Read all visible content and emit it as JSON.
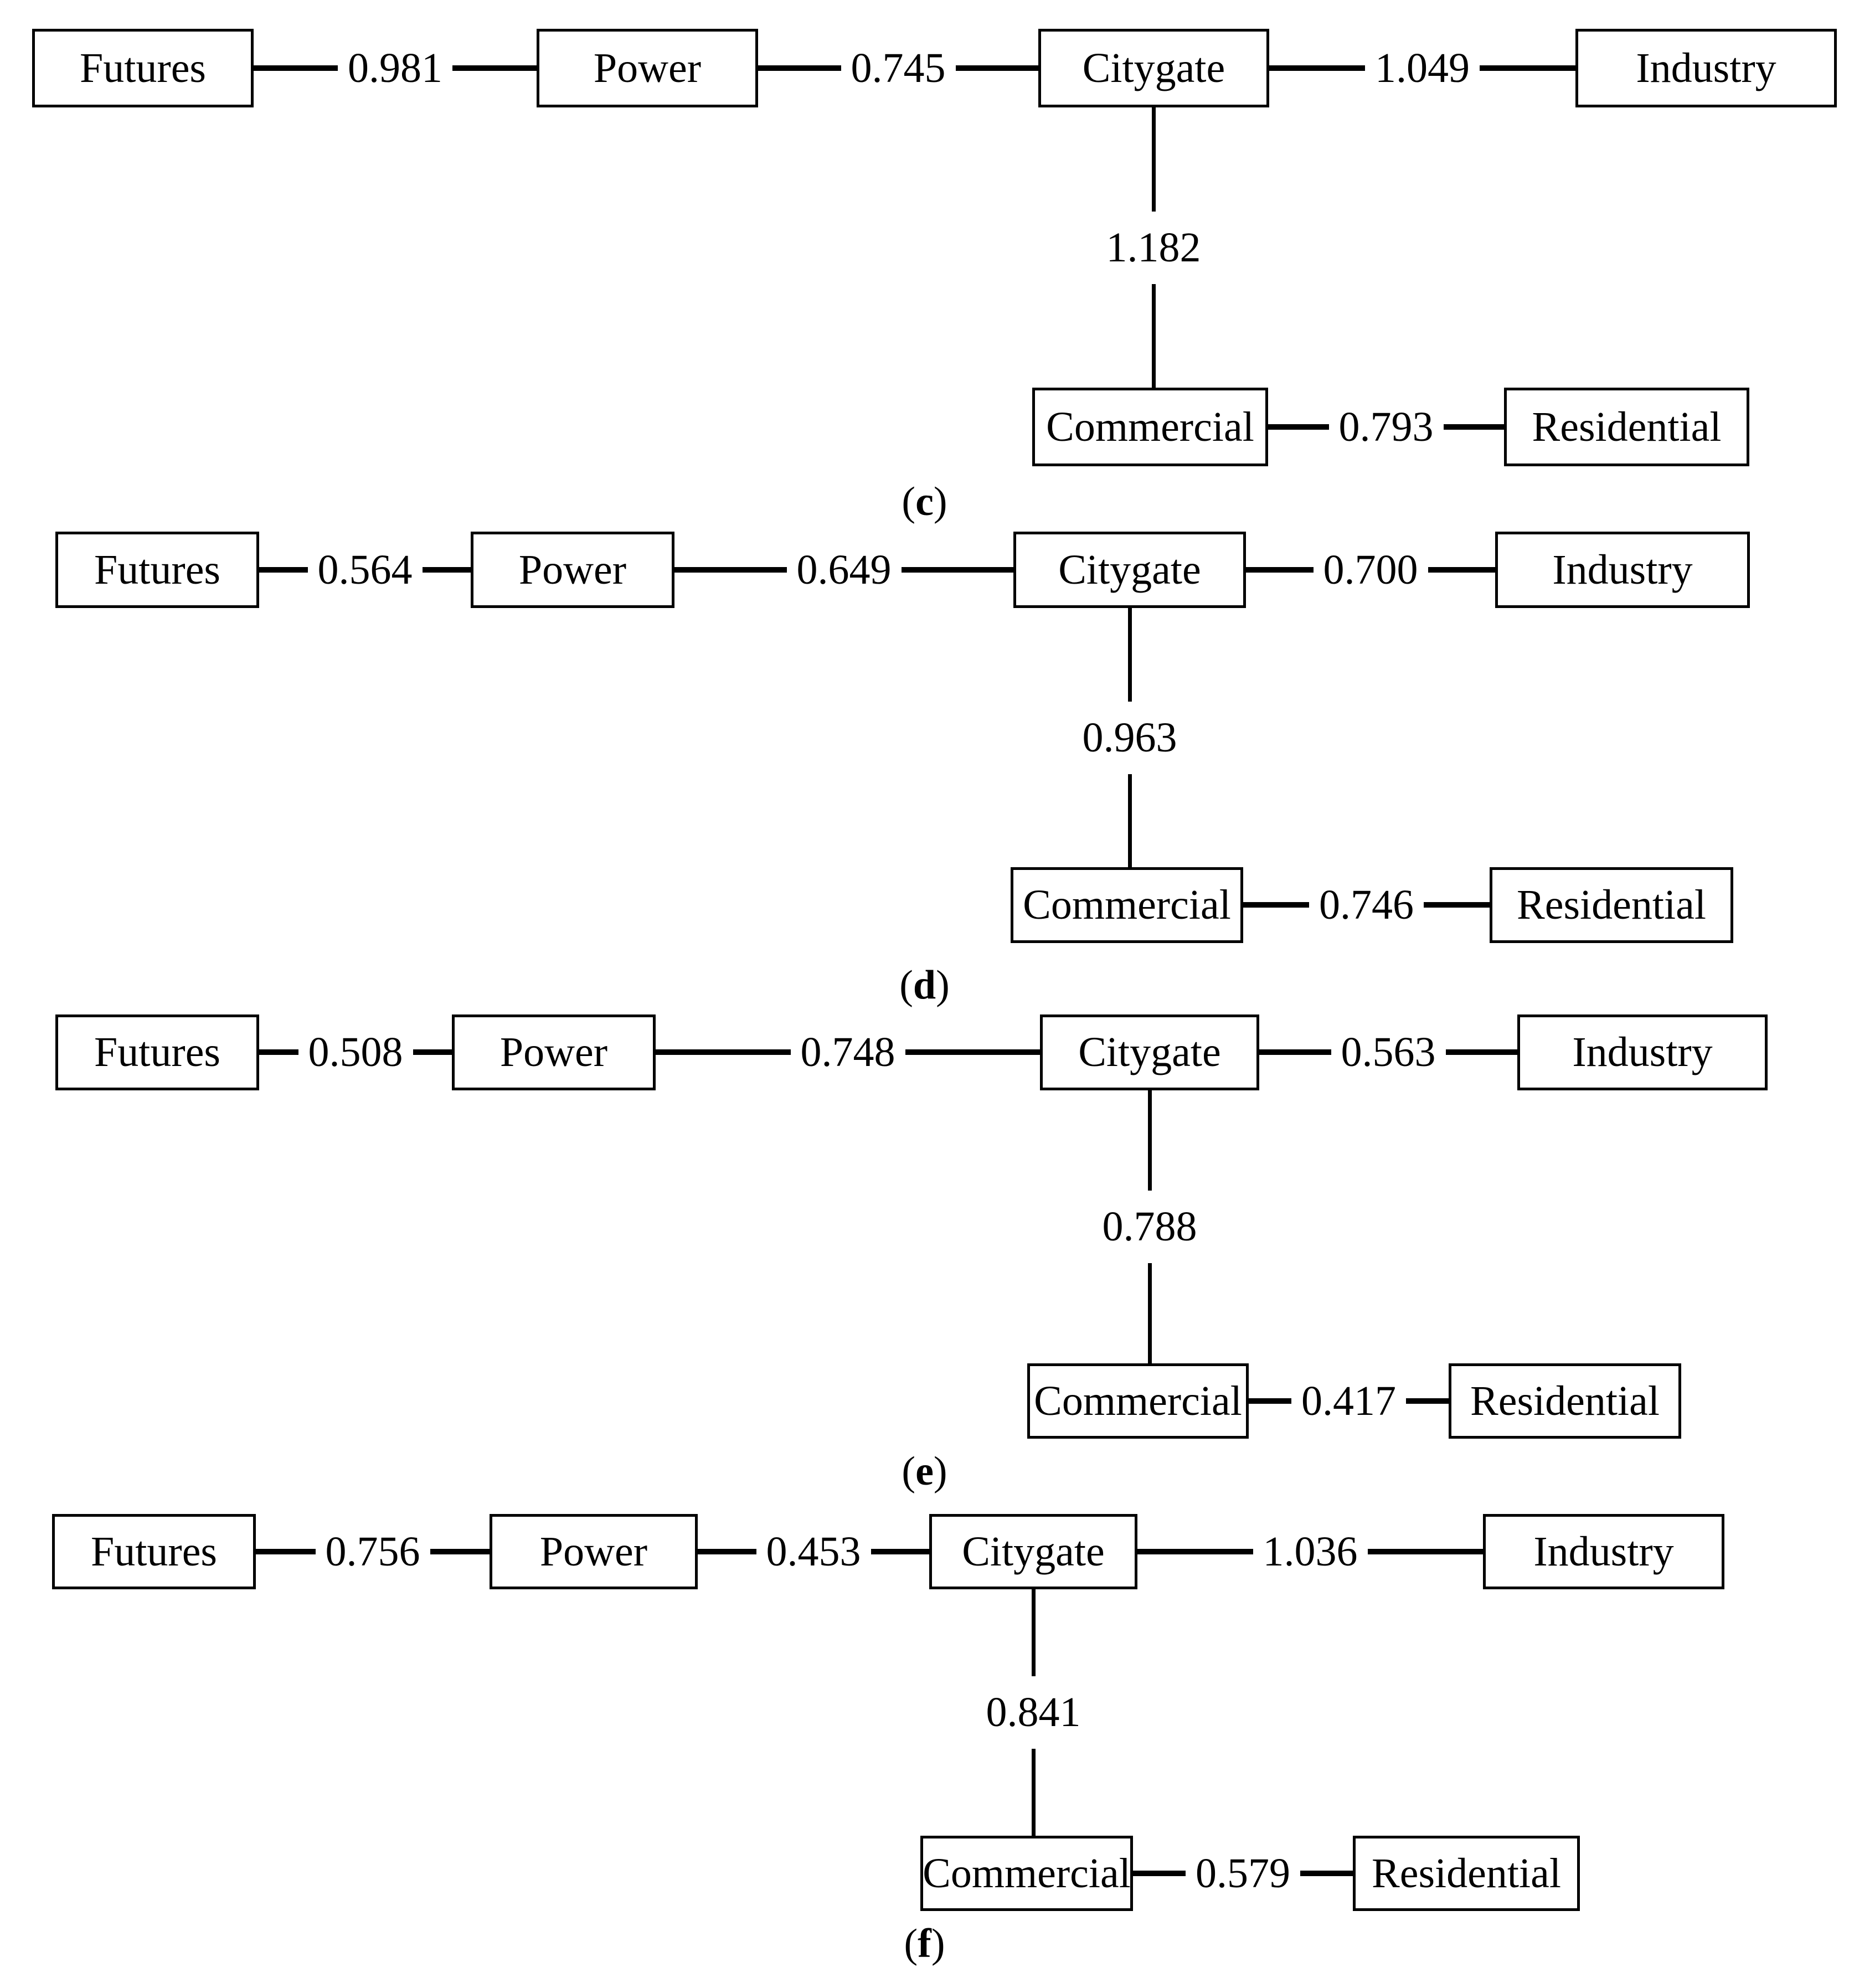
{
  "nodes": {
    "futures": "Futures",
    "power": "Power",
    "citygate": "Citygate",
    "industry": "Industry",
    "commercial": "Commercial",
    "residential": "Residential"
  },
  "captions": {
    "open": "(",
    "close": ")"
  },
  "diagrams": [
    {
      "letter": "c",
      "edges": {
        "futures_power": "0.981",
        "power_citygate": "0.745",
        "citygate_industry": "1.049",
        "citygate_commercial": "1.182",
        "commercial_residential": "0.793"
      }
    },
    {
      "letter": "d",
      "edges": {
        "futures_power": "0.564",
        "power_citygate": "0.649",
        "citygate_industry": "0.700",
        "citygate_commercial": "0.963",
        "commercial_residential": "0.746"
      }
    },
    {
      "letter": "e",
      "edges": {
        "futures_power": "0.508",
        "power_citygate": "0.748",
        "citygate_industry": "0.563",
        "citygate_commercial": "0.788",
        "commercial_residential": "0.417"
      }
    },
    {
      "letter": "f",
      "edges": {
        "futures_power": "0.756",
        "power_citygate": "0.453",
        "citygate_industry": "1.036",
        "citygate_commercial": "0.841",
        "commercial_residential": "0.579"
      }
    }
  ]
}
